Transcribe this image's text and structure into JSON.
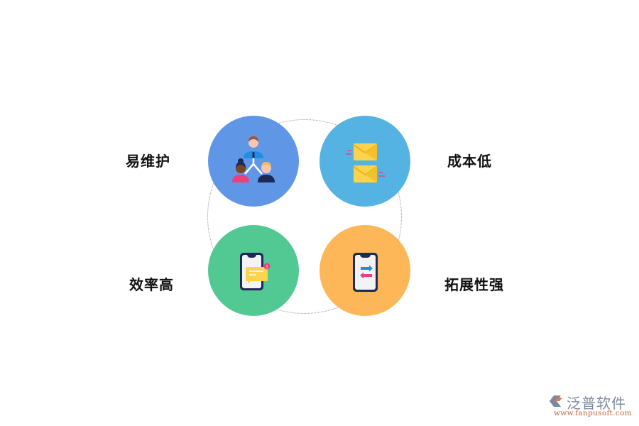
{
  "diagram": {
    "features": [
      {
        "label": "易维护",
        "icon": "team-hierarchy-icon",
        "color": "#5f97e6"
      },
      {
        "label": "成本低",
        "icon": "envelopes-icon",
        "color": "#55b3e3"
      },
      {
        "label": "效率高",
        "icon": "phone-message-icon",
        "color": "#52c893"
      },
      {
        "label": "拓展性强",
        "icon": "phone-transfer-icon",
        "color": "#fdb758"
      }
    ],
    "ring_color": "#9a9a9a"
  },
  "watermark": {
    "name": "泛普软件",
    "url": "www.fanpusoft.com"
  }
}
